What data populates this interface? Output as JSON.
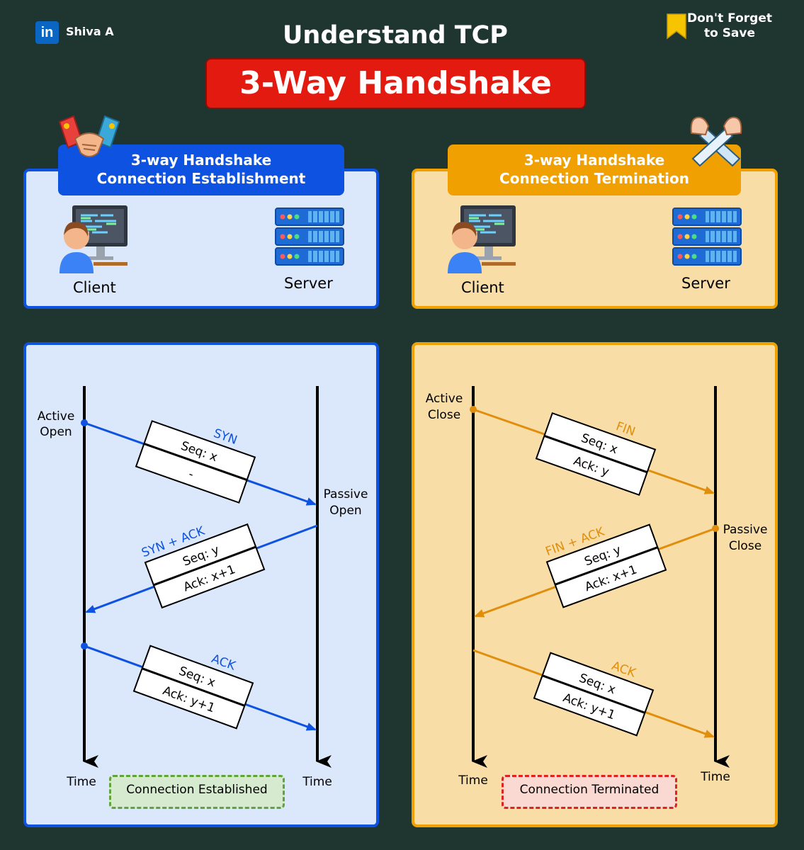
{
  "header": {
    "brand_logo": "in",
    "brand_name": "Shiva A",
    "title": "Understand TCP",
    "banner": "3-Way Handshake",
    "save_line1": "Don't Forget",
    "save_line2": "to Save"
  },
  "establishment": {
    "tab_line1": "3-way Handshake",
    "tab_line2": "Connection Establishment",
    "client_label": "Client",
    "server_label": "Server",
    "client_state_line1": "Active",
    "client_state_line2": "Open",
    "server_state_line1": "Passive",
    "server_state_line2": "Open",
    "time_left": "Time",
    "time_right": "Time",
    "status": "Connection Established",
    "messages": [
      {
        "name": "SYN",
        "seq": "Seq: x",
        "ack": "-"
      },
      {
        "name": "SYN + ACK",
        "seq": "Seq: y",
        "ack": "Ack: x+1"
      },
      {
        "name": "ACK",
        "seq": "Seq: x",
        "ack": "Ack: y+1"
      }
    ]
  },
  "termination": {
    "tab_line1": "3-way Handshake",
    "tab_line2": "Connection Termination",
    "client_label": "Client",
    "server_label": "Server",
    "client_state_line1": "Active",
    "client_state_line2": "Close",
    "server_state_line1": "Passive",
    "server_state_line2": "Close",
    "time_left": "Time",
    "time_right": "Time",
    "status": "Connection Terminated",
    "messages": [
      {
        "name": "FIN",
        "seq": "Seq: x",
        "ack": "Ack: y"
      },
      {
        "name": "FIN + ACK",
        "seq": "Seq: y",
        "ack": "Ack: x+1"
      },
      {
        "name": "ACK",
        "seq": "Seq: x",
        "ack": "Ack: y+1"
      }
    ]
  },
  "colors": {
    "background": "#1e3530",
    "blue": "#0d52e0",
    "blue_panel": "#dbe7fb",
    "orange": "#f0a000",
    "orange_line": "#e08e0b",
    "orange_panel": "#f8dda7",
    "banner_red": "#e31a0f"
  }
}
